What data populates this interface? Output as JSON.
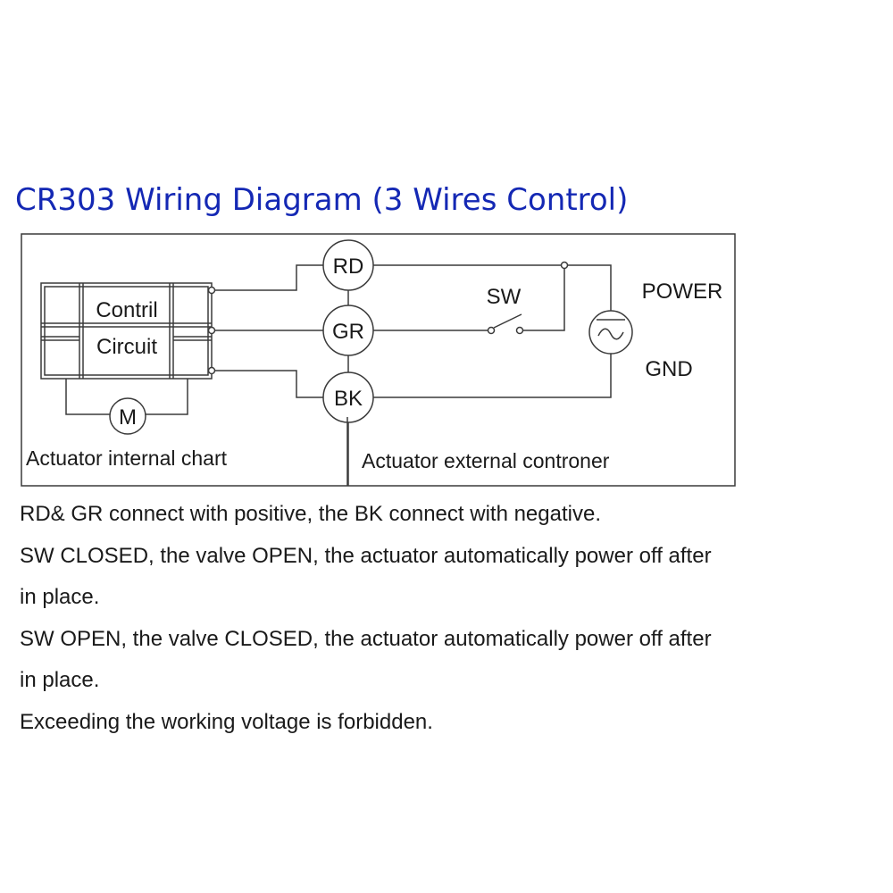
{
  "title": "CR303 Wiring Diagram (3 Wires Control)",
  "diagram": {
    "control_box_line1": "Contril",
    "control_box_line2": "Circuit",
    "motor": "M",
    "terminals": {
      "rd": "RD",
      "gr": "GR",
      "bk": "BK"
    },
    "switch_label": "SW",
    "power_label": "POWER",
    "gnd_label": "GND",
    "internal_caption": "Actuator internal chart",
    "external_caption": "Actuator external controner"
  },
  "notes": {
    "line1": "RD& GR connect with positive, the BK connect with negative.",
    "line2": "SW CLOSED, the valve OPEN,  the actuator automatically power off after",
    "line3": "in place.",
    "line4": "SW OPEN, the valve CLOSED,  the actuator automatically power off after",
    "line5": "in place.",
    "line6": "Exceeding the working voltage is forbidden."
  },
  "colors": {
    "title": "#1428b4",
    "lines": "#3a3a3a",
    "text": "#1a1a1a"
  }
}
